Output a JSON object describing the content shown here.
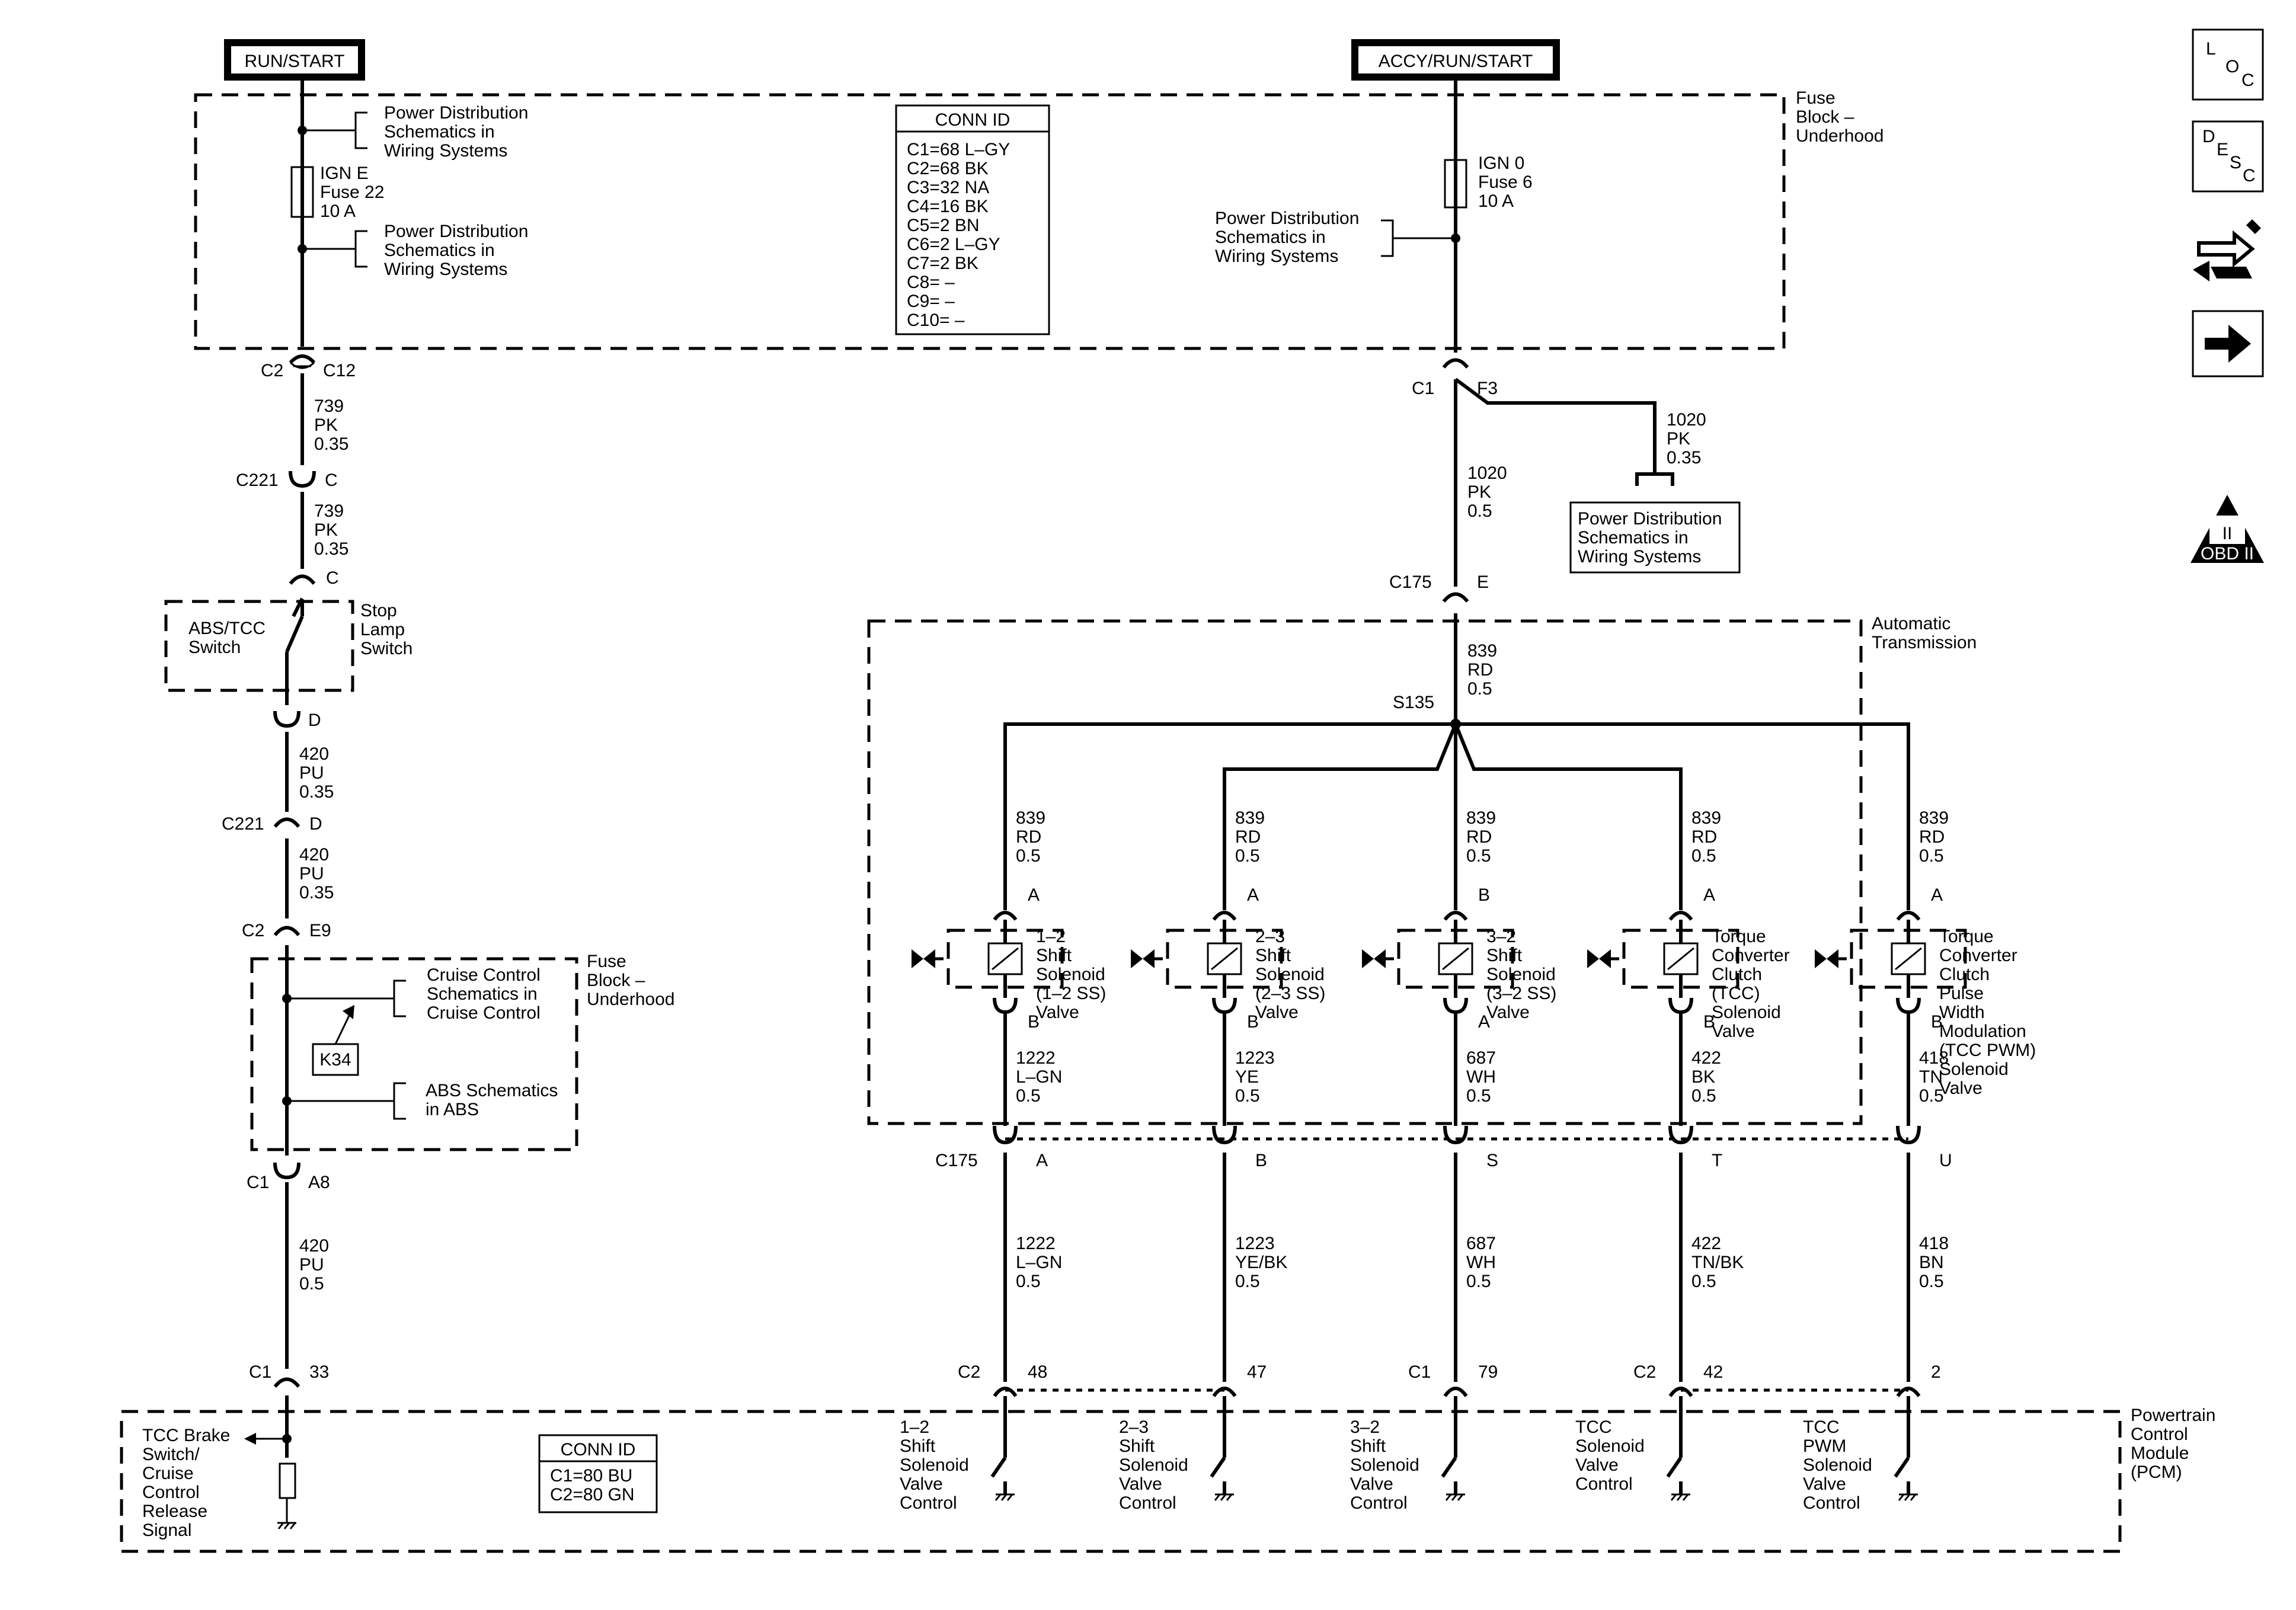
{
  "supply_labels": {
    "run_start": "RUN/START",
    "accy_run_start": "ACCY/RUN/START"
  },
  "fuse_block_top": [
    "Fuse",
    "Block –",
    "Underhood"
  ],
  "power_dist_ref": [
    "Power Distribution",
    "Schematics in",
    "Wiring Systems"
  ],
  "fuse_ign_e": [
    "IGN E",
    "Fuse 22",
    "10 A"
  ],
  "fuse_ign_0": [
    "IGN 0",
    "Fuse 6",
    "10 A"
  ],
  "conn_id_top": {
    "title": "CONN ID",
    "rows": [
      "C1=68 L–GY",
      "C2=68 BK",
      "C3=32 NA",
      "C4=16 BK",
      "C5=2 BN",
      "C6=2 L–GY",
      "C7=2 BK",
      "C8= –",
      "C9= –",
      "C10= –"
    ]
  },
  "left_branch": {
    "conn_c2": "C2",
    "conn_c12": "C12",
    "wire_739a": [
      "739",
      "PK",
      "0.35"
    ],
    "c221": "C221",
    "pin_c": "C",
    "wire_739b": [
      "739",
      "PK",
      "0.35"
    ],
    "pin_c2": "C",
    "abs_tcc_switch": [
      "ABS/TCC",
      "Switch"
    ],
    "stop_lamp_switch": [
      "Stop",
      "Lamp",
      "Switch"
    ],
    "pin_d": "D",
    "wire_420a": [
      "420",
      "PU",
      "0.35"
    ],
    "c221b": "C221",
    "pin_d2": "D",
    "wire_420b": [
      "420",
      "PU",
      "0.35"
    ],
    "c2b": "C2",
    "pin_e9": "E9",
    "fuse_block_mid": [
      "Fuse",
      "Block –",
      "Underhood"
    ],
    "cruise_ref": [
      "Cruise Control",
      "Schematics in",
      "Cruise Control"
    ],
    "k34": "K34",
    "abs_ref": [
      "ABS Schematics",
      "in ABS"
    ],
    "c1": "C1",
    "pin_a8": "A8",
    "wire_420c": [
      "420",
      "PU",
      "0.5"
    ],
    "c1b": "C1",
    "pin_33": "33"
  },
  "right_branch": {
    "c1": "C1",
    "f3": "F3",
    "wire_1020_side": [
      "1020",
      "PK",
      "0.35"
    ],
    "pd_box": [
      "Power Distribution",
      "Schematics in",
      "Wiring Systems"
    ],
    "wire_1020_main": [
      "1020",
      "PK",
      "0.5"
    ],
    "c175": "C175",
    "pin_e": "E",
    "auto_trans": [
      "Automatic",
      "Transmission"
    ],
    "wire_839_main": [
      "839",
      "RD",
      "0.5"
    ],
    "s135": "S135"
  },
  "solenoids": [
    {
      "top_wire": [
        "839",
        "RD",
        "0.5"
      ],
      "pin_top": "A",
      "pin_bot": "B",
      "label": [
        "1–2",
        "Shift",
        "Solenoid",
        "(1–2 SS)",
        "Valve"
      ],
      "out_wire": [
        "1222",
        "L–GN",
        "0.5"
      ],
      "c175_pin": "A",
      "harness_wire": [
        "1222",
        "L–GN",
        "0.5"
      ],
      "pcm_conn": "C2",
      "pcm_pin": "48",
      "pcm_label": [
        "1–2",
        "Shift",
        "Solenoid",
        "Valve",
        "Control"
      ]
    },
    {
      "top_wire": [
        "839",
        "RD",
        "0.5"
      ],
      "pin_top": "A",
      "pin_bot": "B",
      "label": [
        "2–3",
        "Shift",
        "Solenoid",
        "(2–3 SS)",
        "Valve"
      ],
      "out_wire": [
        "1223",
        "YE",
        "0.5"
      ],
      "c175_pin": "B",
      "harness_wire": [
        "1223",
        "YE/BK",
        "0.5"
      ],
      "pcm_conn": "",
      "pcm_pin": "47",
      "pcm_label": [
        "2–3",
        "Shift",
        "Solenoid",
        "Valve",
        "Control"
      ]
    },
    {
      "top_wire": [
        "839",
        "RD",
        "0.5"
      ],
      "pin_top": "B",
      "pin_bot": "A",
      "label": [
        "3–2",
        "Shift",
        "Solenoid",
        "(3–2 SS)",
        "Valve"
      ],
      "out_wire": [
        "687",
        "WH",
        "0.5"
      ],
      "c175_pin": "S",
      "harness_wire": [
        "687",
        "WH",
        "0.5"
      ],
      "pcm_conn": "C1",
      "pcm_pin": "79",
      "pcm_label": [
        "3–2",
        "Shift",
        "Solenoid",
        "Valve",
        "Control"
      ]
    },
    {
      "top_wire": [
        "839",
        "RD",
        "0.5"
      ],
      "pin_top": "A",
      "pin_bot": "B",
      "label": [
        "Torque",
        "Converter",
        "Clutch",
        "(TCC)",
        "Solenoid",
        "Valve"
      ],
      "out_wire": [
        "422",
        "BK",
        "0.5"
      ],
      "c175_pin": "T",
      "harness_wire": [
        "422",
        "TN/BK",
        "0.5"
      ],
      "pcm_conn": "C2",
      "pcm_pin": "42",
      "pcm_label": [
        "TCC",
        "Solenoid",
        "Valve",
        "Control"
      ]
    },
    {
      "top_wire": [
        "839",
        "RD",
        "0.5"
      ],
      "pin_top": "A",
      "pin_bot": "B",
      "label": [
        "Torque",
        "Converter",
        "Clutch",
        "Pulse",
        "Width",
        "Modulation",
        "(TCC PWM)",
        "Solenoid",
        "Valve"
      ],
      "out_wire": [
        "418",
        "TN",
        "0.5"
      ],
      "c175_pin": "U",
      "harness_wire": [
        "418",
        "BN",
        "0.5"
      ],
      "pcm_conn": "",
      "pcm_pin": "2",
      "pcm_label": [
        "TCC",
        "PWM",
        "Solenoid",
        "Valve",
        "Control"
      ]
    }
  ],
  "c175_bottom": "C175",
  "pcm": {
    "title": [
      "Powertrain",
      "Control",
      "Module",
      "(PCM)"
    ],
    "tcc_brake": [
      "TCC Brake",
      "Switch/",
      "Cruise",
      "Control",
      "Release",
      "Signal"
    ],
    "conn_id": {
      "title": "CONN ID",
      "rows": [
        "C1=80 BU",
        "C2=80 GN"
      ]
    }
  },
  "side_icons": {
    "loc": [
      "L",
      "O",
      "C"
    ],
    "desc": [
      "D",
      "E",
      "S",
      "C"
    ],
    "obd": [
      "II",
      "OBD II"
    ]
  }
}
